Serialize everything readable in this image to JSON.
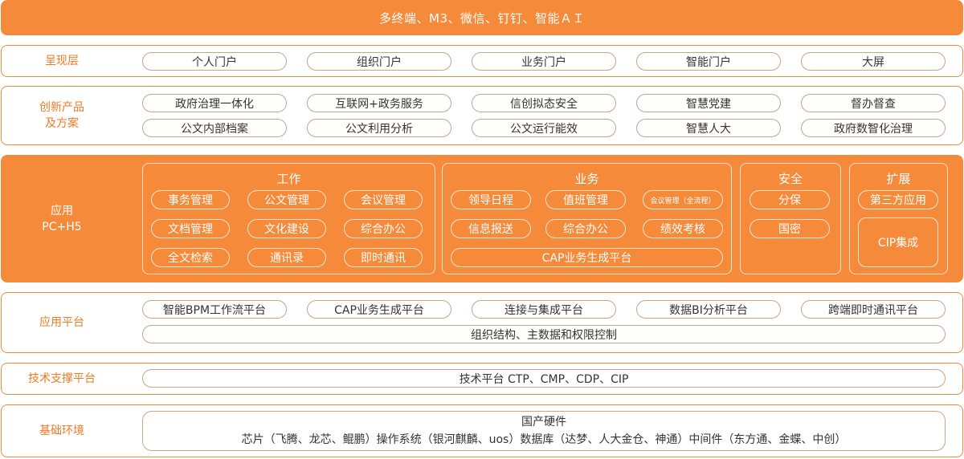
{
  "top_bar": "多终端、M3、微信、钉钉、智能ＡＩ",
  "presentation": {
    "label": "呈现层",
    "items": [
      "个人门户",
      "组织门户",
      "业务门户",
      "智能门户",
      "大屏"
    ]
  },
  "products": {
    "label_line1": "创新产品",
    "label_line2": "及方案",
    "row1": [
      "政府治理一体化",
      "互联网+政务服务",
      "信创拟态安全",
      "智慧党建",
      "督办督查"
    ],
    "row2": [
      "公文内部档案",
      "公文利用分析",
      "公文运行能效",
      "智慧人大",
      "政府数智化治理"
    ]
  },
  "applications": {
    "label_line1": "应用",
    "label_line2": "PC+H5",
    "work": {
      "title": "工作",
      "items": [
        "事务管理",
        "公文管理",
        "会议管理",
        "文档管理",
        "文化建设",
        "综合办公",
        "全文检索",
        "通讯录",
        "即时通讯"
      ]
    },
    "business": {
      "title": "业务",
      "items": [
        "领导日程",
        "值班管理",
        "会议管理（全流程）",
        "信息报送",
        "综合办公",
        "绩效考核"
      ],
      "wide_item": "CAP业务生成平台"
    },
    "security": {
      "title": "安全",
      "items": [
        "分保",
        "国密"
      ]
    },
    "extension": {
      "title": "扩展",
      "item": "第三方应用",
      "box": "CIP集成"
    }
  },
  "app_platform": {
    "label": "应用平台",
    "items": [
      "智能BPM工作流平台",
      "CAP业务生成平台",
      "连接与集成平台",
      "数据BI分析平台",
      "跨端即时通讯平台"
    ],
    "wide_item": "组织结构、主数据和权限控制"
  },
  "tech_platform": {
    "label": "技术支撑平台",
    "item": "技术平台 CTP、CMP、CDP、CIP"
  },
  "infrastructure": {
    "label": "基础环境",
    "line1": "国产硬件",
    "line2": "芯片（飞腾、龙芯、鲲鹏）操作系统（银河麒麟、uos）数据库（达梦、人大金仓、神通）中间件（东方通、金蝶、中创）"
  }
}
